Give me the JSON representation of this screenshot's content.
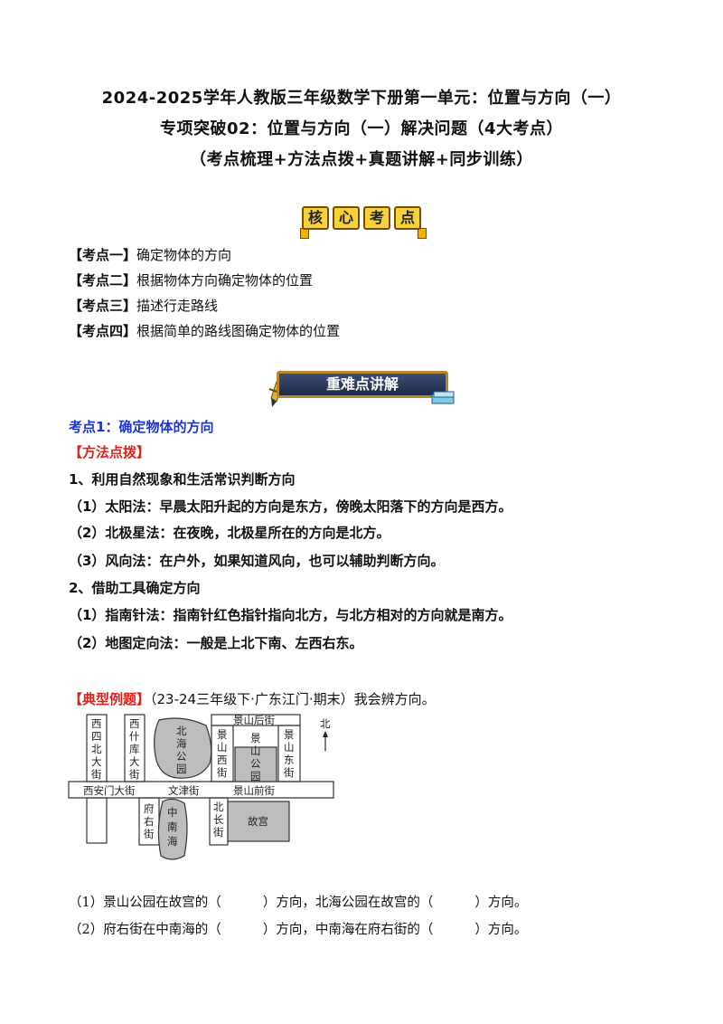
{
  "header": {
    "title_line1": "2024-2025学年人教版三年级数学下册第一单元：位置与方向（一）",
    "title_line2": "专项突破02：位置与方向（一）解决问题（4大考点）",
    "title_line3": "（考点梳理+方法点拨+真题讲解+同步训练）"
  },
  "core_badge": {
    "chars": [
      "核",
      "心",
      "考",
      "点"
    ]
  },
  "key_points": [
    {
      "tag": "【考点一】",
      "text": "确定物体的方向"
    },
    {
      "tag": "【考点二】",
      "text": "根据物体方向确定物体的位置"
    },
    {
      "tag": "【考点三】",
      "text": "描述行走路线"
    },
    {
      "tag": "【考点四】",
      "text": "根据简单的路线图确定物体的位置"
    }
  ],
  "banner": {
    "label": "重难点讲解"
  },
  "section1": {
    "title": "考点1：确定物体的方向",
    "method_tag": "【方法点拨】",
    "lines": [
      "1、利用自然现象和生活常识判断方向",
      "（1）太阳法：早晨太阳升起的方向是东方，傍晚太阳落下的方向是西方。",
      "（2）北极星法：在夜晚，北极星所在的方向是北方。",
      "（3）风向法：在户外，如果知道风向，也可以辅助判断方向。",
      "2、借助工具确定方向",
      "（1）指南针法：指南针红色指针指向北方，与北方相对的方向就是南方。",
      "（2）地图定向法：一般是上北下南、左西右东。"
    ]
  },
  "example": {
    "tag": "【典型例题】",
    "text": "（23-24三年级下·广东江门·期末）我会辨方向。",
    "map": {
      "labels": {
        "xisi": [
          "西",
          "四",
          "北",
          "大",
          "街"
        ],
        "xishiku": [
          "西",
          "什",
          "库",
          "大",
          "街"
        ],
        "beihai": [
          "北",
          "海",
          "公",
          "园"
        ],
        "jingshanhou": "景山后街",
        "jingshanxi": [
          "景",
          "山",
          "西",
          "街"
        ],
        "jingshan_park": [
          "景",
          "山",
          "公",
          "园"
        ],
        "jingshandong": [
          "景",
          "山",
          "东",
          "街"
        ],
        "xianmen": "西安门大街",
        "wenjin": "文津街",
        "jingshanqian": "景山前街",
        "fuyou": [
          "府",
          "右",
          "街"
        ],
        "zhongnanhai": [
          "中",
          "南",
          "海"
        ],
        "beichang": [
          "北",
          "长",
          "街"
        ],
        "gugong": "故宫",
        "north": "北"
      }
    },
    "questions": [
      "（1）景山公园在故宫的（          ）方向，北海公园在故宫的（          ）方向。",
      "（2）府右街在中南海的（          ）方向，中南海在府右街的（          ）方向。"
    ]
  }
}
